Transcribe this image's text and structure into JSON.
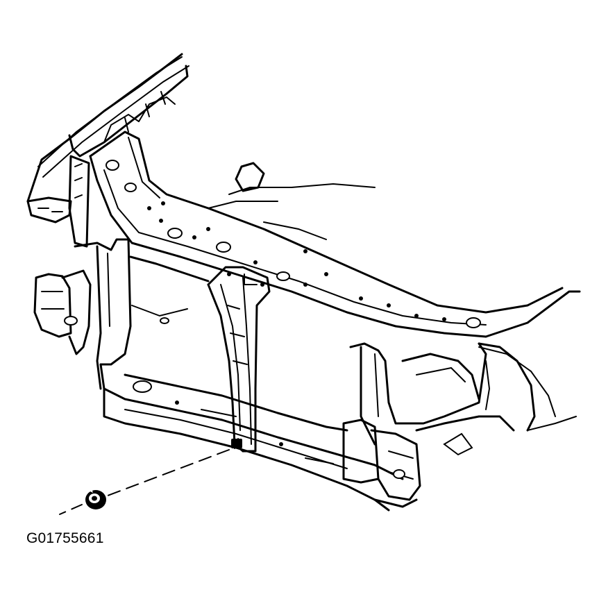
{
  "figure": {
    "id": "G01755661"
  },
  "components": [
    {
      "name": "radiator-support-assembly",
      "icon": "radiator-support"
    },
    {
      "name": "bolt-stud",
      "icon": "stud"
    },
    {
      "name": "nut-fastener",
      "icon": "flange-nut"
    }
  ]
}
